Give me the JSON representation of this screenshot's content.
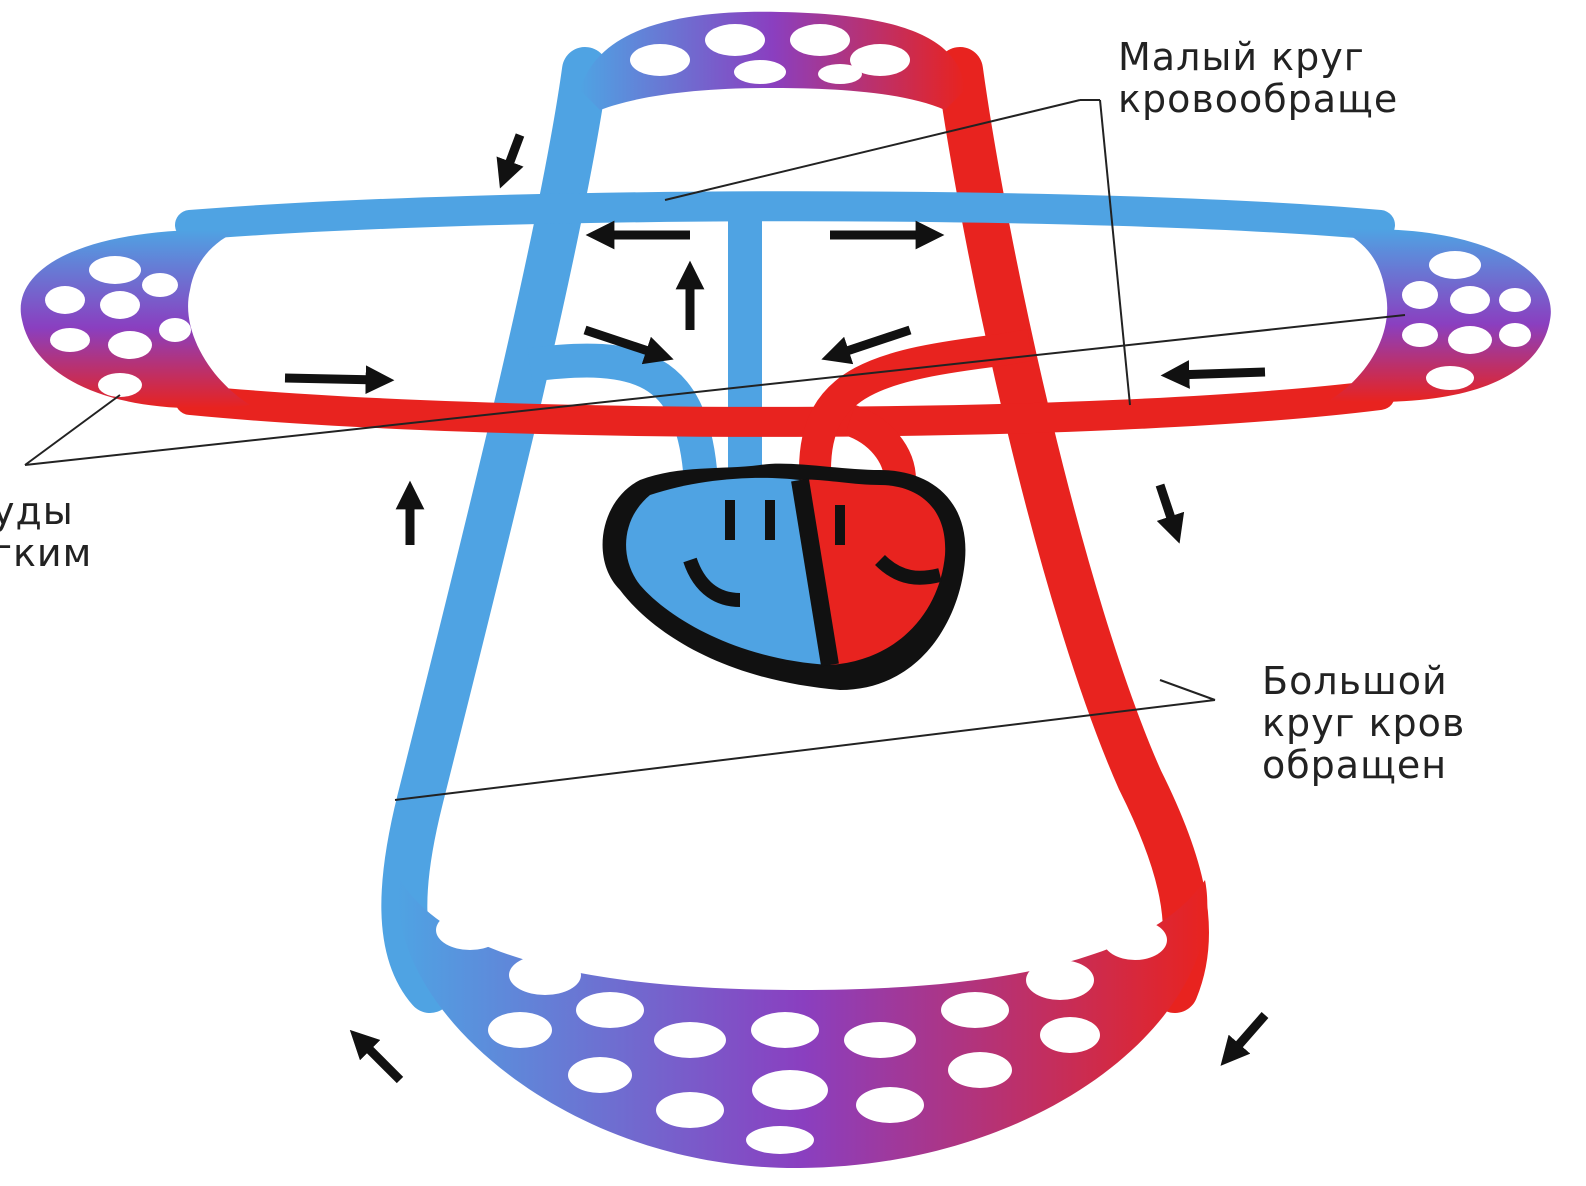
{
  "labels": {
    "small_circle": [
      "Малый круг",
      "кровообраще"
    ],
    "lung_vessels": [
      "уды",
      "гким"
    ],
    "big_circle": [
      "Большой",
      "круг кров",
      "обращен"
    ]
  },
  "colors": {
    "artery": "#e8231f",
    "vein": "#4fa3e3",
    "capillary": "#8a3fc0",
    "heart_outline": "#111111",
    "arrow": "#111111"
  }
}
